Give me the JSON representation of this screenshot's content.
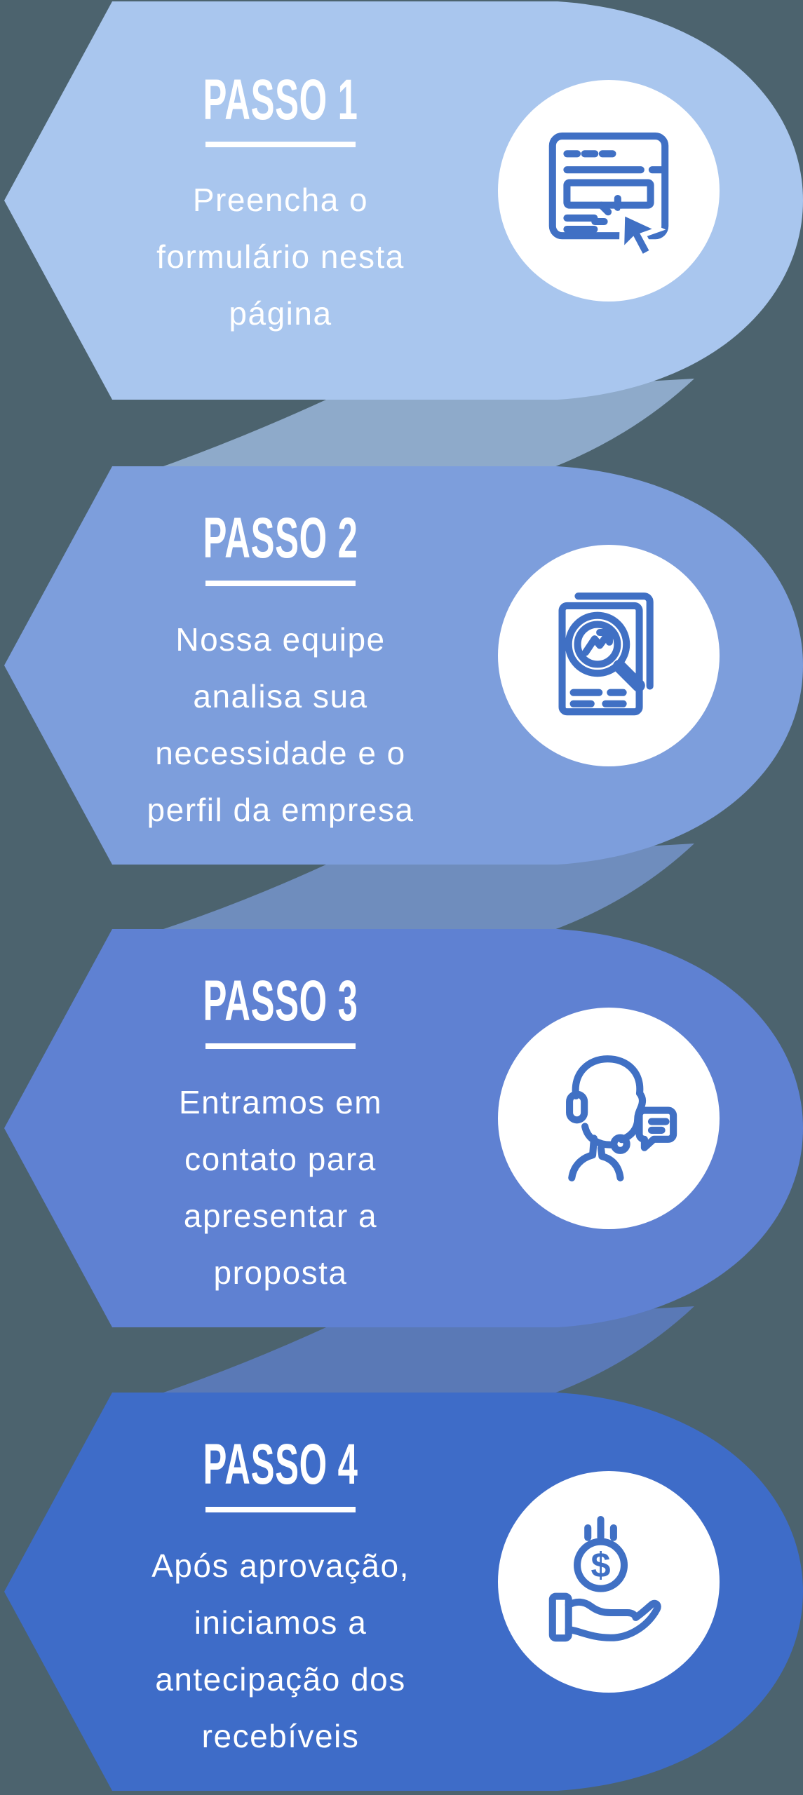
{
  "colors": {
    "background": "#4c636e",
    "text": "#ffffff",
    "circle_fill": "#ffffff",
    "icon_stroke": "#4070c4",
    "steps": [
      {
        "banner": "#a9c6ee",
        "tail": "#8eaaca"
      },
      {
        "banner": "#7d9edc",
        "tail": "#6f8dbd"
      },
      {
        "banner": "#5f81d2",
        "tail": "#5a79b6"
      },
      {
        "banner": "#3e6cc8",
        "tail": null
      }
    ]
  },
  "steps": [
    {
      "title": "PASSO 1",
      "lines": [
        "Preencha o",
        "formulário nesta",
        "página"
      ],
      "icon": "form-click-icon"
    },
    {
      "title": "PASSO 2",
      "lines": [
        "Nossa equipe",
        "analisa sua",
        "necessidade e o",
        "perfil da empresa"
      ],
      "icon": "document-search-icon"
    },
    {
      "title": "PASSO 3",
      "lines": [
        "Entramos em",
        "contato para",
        "apresentar a",
        "proposta"
      ],
      "icon": "support-agent-icon"
    },
    {
      "title": "PASSO 4",
      "lines": [
        "Após aprovação,",
        "iniciamos a",
        "antecipação dos",
        "recebíveis"
      ],
      "icon": "money-hand-icon"
    }
  ]
}
